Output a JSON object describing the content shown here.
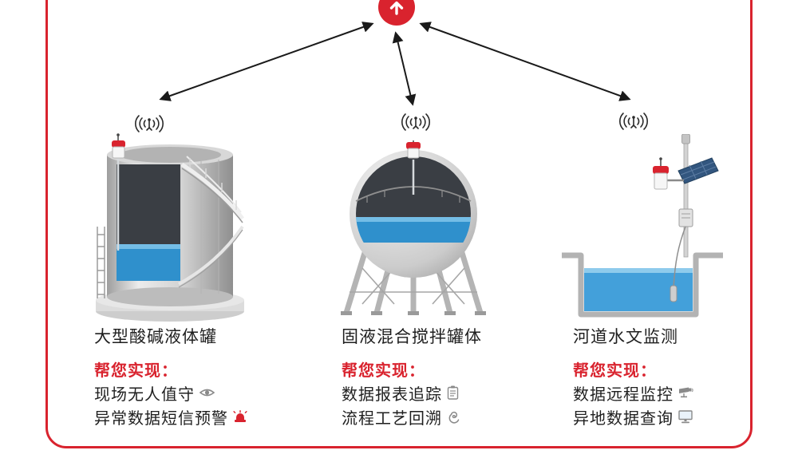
{
  "colors": {
    "accent": "#d9232e",
    "water": "#43a0da",
    "dark_interior": "#3a3e44"
  },
  "hub": {
    "icon": "upload-arrow-icon"
  },
  "signal_icon": "wireless-signal-icon",
  "scenes": [
    {
      "illustration": "acid-liquid-storage-tank",
      "title": "大型酸碱液体罐",
      "subtitle": "帮您实现：",
      "features": [
        {
          "label": "现场无人值守",
          "icon": "eye-icon"
        },
        {
          "label": "异常数据短信预警",
          "icon": "siren-icon"
        }
      ]
    },
    {
      "illustration": "solid-liquid-mixing-sphere-tank",
      "title": "固液混合搅拌罐体",
      "subtitle": "帮您实现：",
      "features": [
        {
          "label": "数据报表追踪",
          "icon": "report-icon"
        },
        {
          "label": "流程工艺回溯",
          "icon": "trace-icon"
        }
      ]
    },
    {
      "illustration": "river-hydrology-monitoring",
      "title": "河道水文监测",
      "subtitle": "帮您实现：",
      "features": [
        {
          "label": "数据远程监控",
          "icon": "camera-icon"
        },
        {
          "label": "异地数据查询",
          "icon": "monitor-icon"
        }
      ]
    }
  ]
}
